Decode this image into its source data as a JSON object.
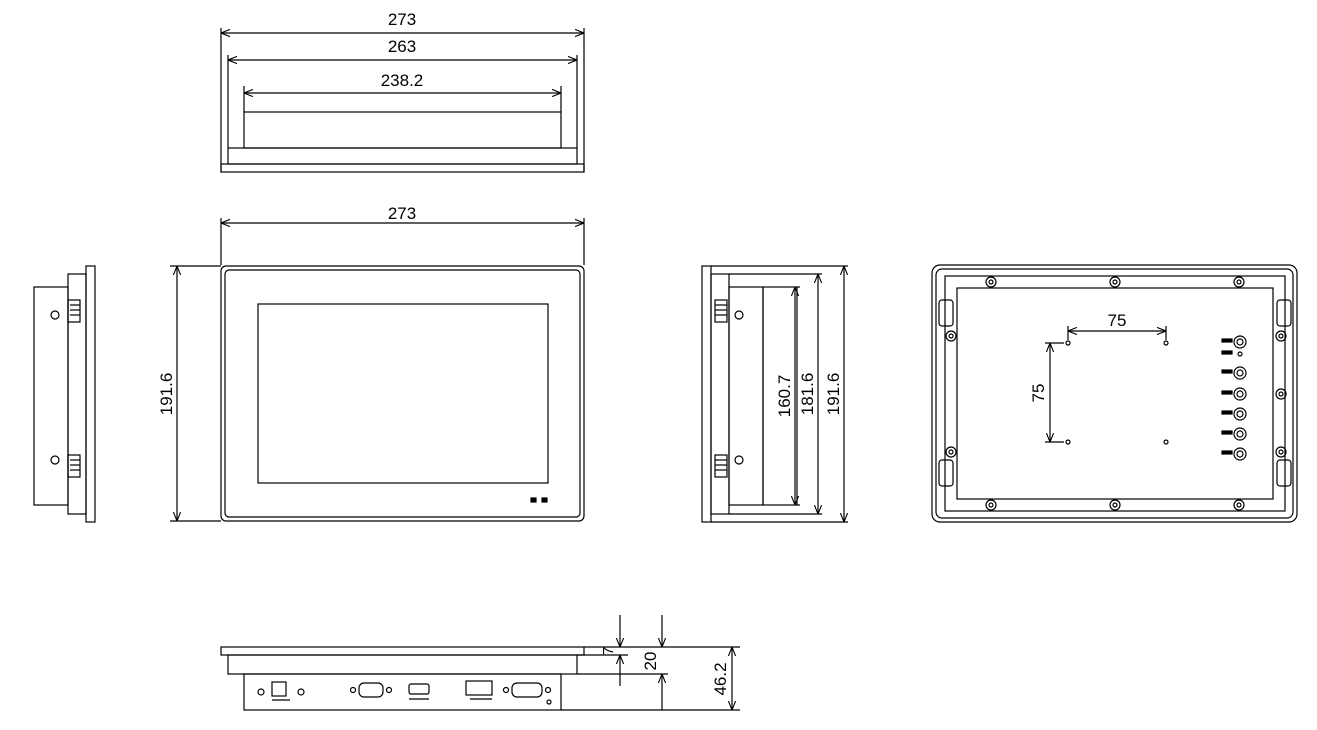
{
  "top_view": {
    "outer_width": "273",
    "bezel_width": "263",
    "body_width": "238.2"
  },
  "front_view": {
    "width": "273",
    "height": "191.6"
  },
  "right_side_view": {
    "display_height": "160.7",
    "cutout_height": "181.6",
    "outer_height": "191.6"
  },
  "rear_view": {
    "vesa_horizontal": "75",
    "vesa_vertical": "75"
  },
  "bottom_view": {
    "bezel_depth": "7",
    "flange_depth": "20",
    "total_depth": "46.2"
  }
}
